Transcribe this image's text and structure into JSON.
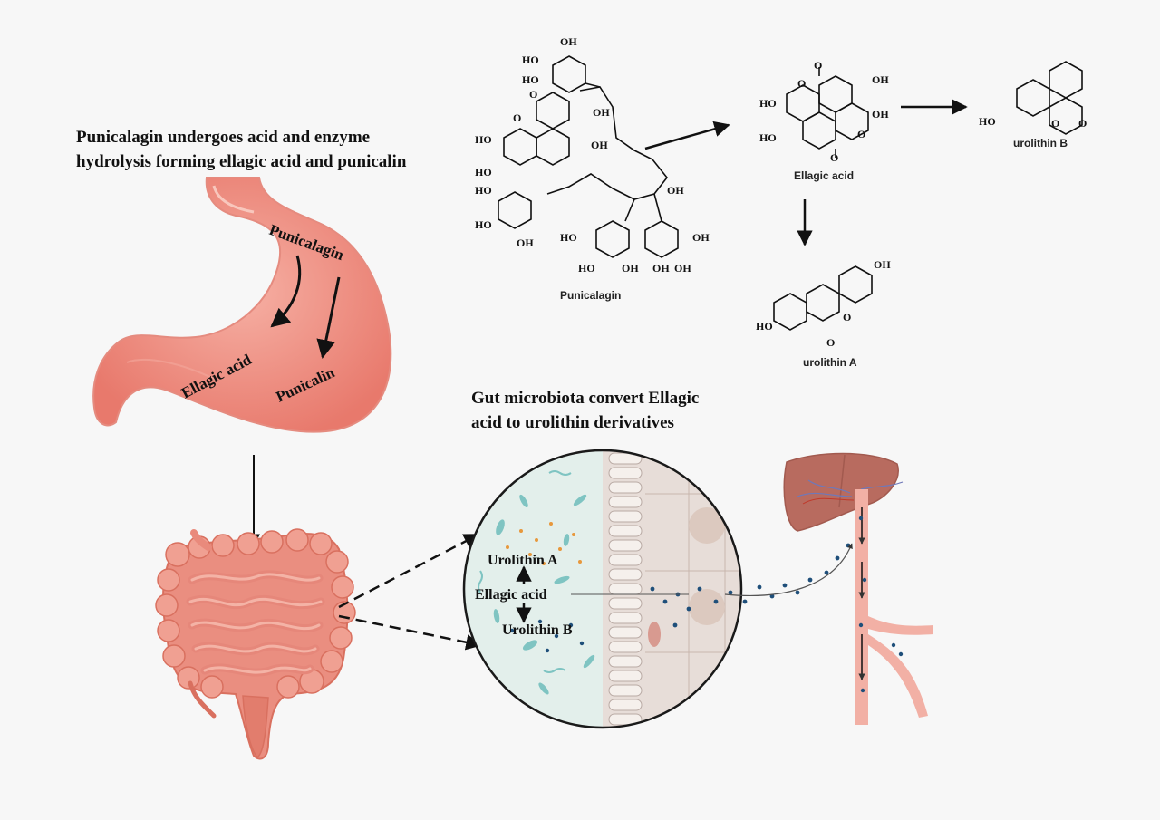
{
  "captions": {
    "stomach_line1": "Punicalagin undergoes acid and enzyme",
    "stomach_line2": "hydrolysis forming ellagic acid and punicalin",
    "gut_line1": "Gut microbiota convert Ellagic",
    "gut_line2": "acid to urolithin derivatives"
  },
  "stomach_labels": {
    "punicalagin": "Punicalagin",
    "ellagic_acid": "Ellagic acid",
    "punicalin": "Punicalin"
  },
  "compounds": {
    "punicalagin": "Punicalagin",
    "ellagic_acid": "Ellagic acid",
    "urolithin_a": "urolithin A",
    "urolithin_b": "urolithin B"
  },
  "circle_labels": {
    "urolithin_a": "Urolithin A",
    "ellagic_acid": "Ellagic acid",
    "urolithin_b": "Urolithin B"
  },
  "atoms": {
    "oh": "OH",
    "ho": "HO",
    "o": "O"
  },
  "colors": {
    "stomach": "#ef8e82",
    "stomach_light": "#f6b2a6",
    "intestine": "#e98a7c",
    "liver": "#b86b5f",
    "vessel": "#f2b0a5",
    "bacteria": "#7fc4c2",
    "dot_orange": "#e7983c",
    "dot_blue": "#1f4f7a"
  }
}
